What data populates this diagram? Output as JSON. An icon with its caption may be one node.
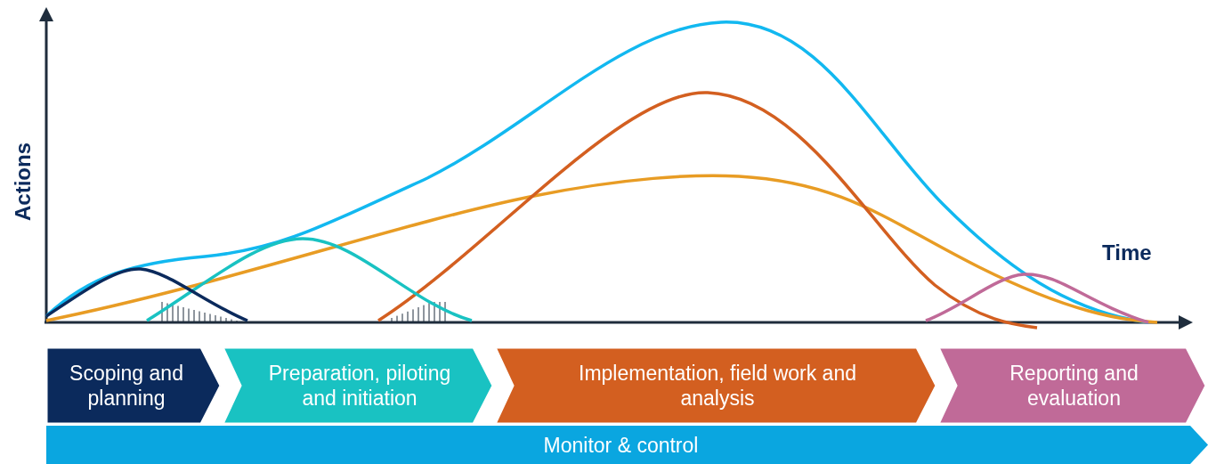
{
  "diagram": {
    "nodes": [
      {
        "text": [
          "Scoping and planning"
        ]
      },
      {
        "text": [
          "Preparation, piloting and initiation"
        ]
      },
      {
        "text": [
          "Implementation, field work and analysis"
        ]
      },
      {
        "text": [
          "Reporting and evaluation"
        ]
      },
      {
        "text": [
          "Monitor & control"
        ]
      }
    ],
    "labels": [
      "Actions",
      "Time"
    ]
  }
}
